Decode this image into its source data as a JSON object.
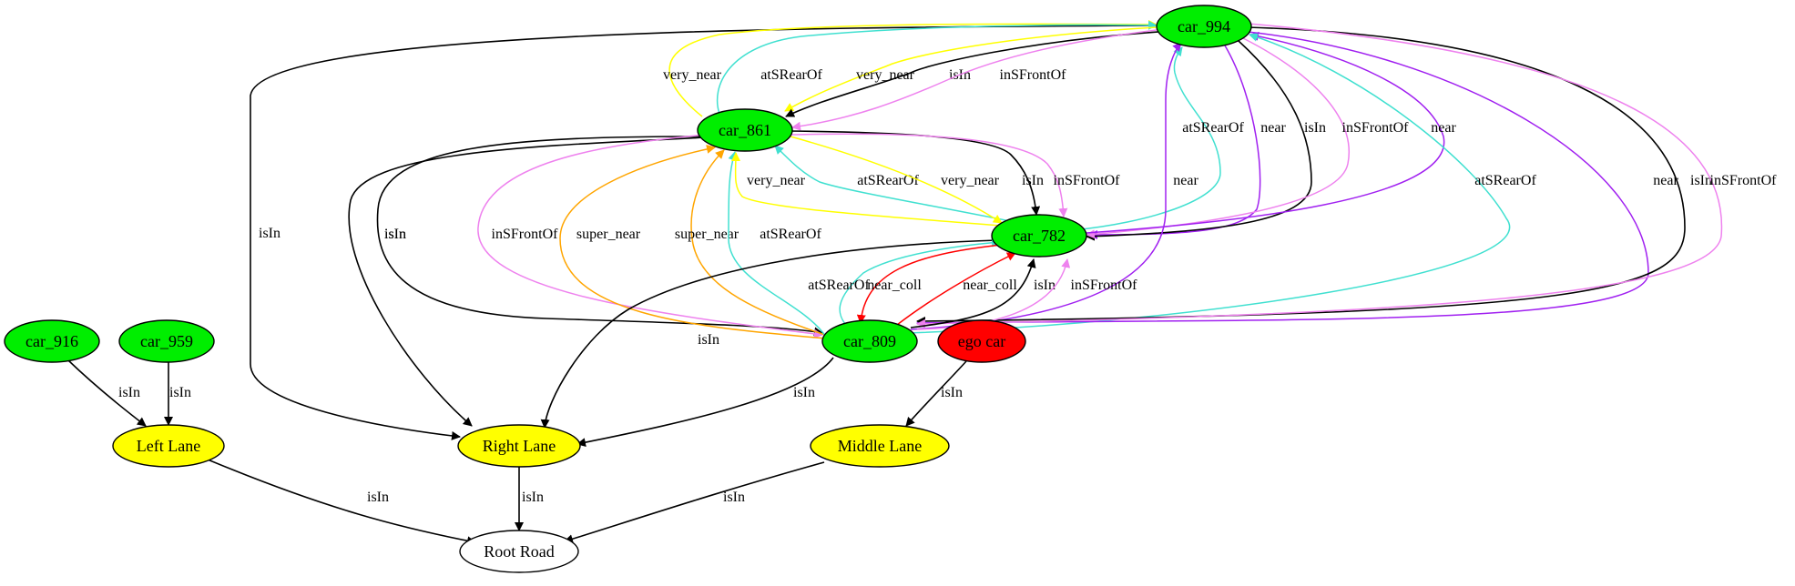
{
  "colors": {
    "car_node": "#00ee00",
    "ego_node": "#ff0000",
    "lane_node": "#ffff00",
    "road_node": "#ffffff",
    "isIn": "#000000",
    "near": "#a020f0",
    "very_near": "#ffff00",
    "super_near": "#ffa500",
    "near_coll": "#ff0000",
    "atSRearOf": "#40e0d0",
    "inSFrontOf": "#ee82ee"
  },
  "nodes": [
    {
      "id": "car_994",
      "label": "car_994",
      "kind": "car"
    },
    {
      "id": "car_861",
      "label": "car_861",
      "kind": "car"
    },
    {
      "id": "car_782",
      "label": "car_782",
      "kind": "car"
    },
    {
      "id": "car_809",
      "label": "car_809",
      "kind": "car"
    },
    {
      "id": "ego_car",
      "label": "ego car",
      "kind": "ego"
    },
    {
      "id": "car_916",
      "label": "car_916",
      "kind": "car"
    },
    {
      "id": "car_959",
      "label": "car_959",
      "kind": "car"
    },
    {
      "id": "left_lane",
      "label": "Left Lane",
      "kind": "lane"
    },
    {
      "id": "right_lane",
      "label": "Right Lane",
      "kind": "lane"
    },
    {
      "id": "middle_lane",
      "label": "Middle Lane",
      "kind": "lane"
    },
    {
      "id": "root_road",
      "label": "Root Road",
      "kind": "road"
    }
  ],
  "edges": [
    {
      "from": "car_994",
      "to": "right_lane",
      "label": "isIn",
      "relation": "isIn"
    },
    {
      "from": "car_861",
      "to": "car_994",
      "label": "very_near",
      "relation": "very_near"
    },
    {
      "from": "car_861",
      "to": "car_994",
      "label": "atSRearOf",
      "relation": "atSRearOf"
    },
    {
      "from": "car_994",
      "to": "car_861",
      "label": "very_near",
      "relation": "very_near"
    },
    {
      "from": "car_994",
      "to": "car_861",
      "label": "isIn",
      "relation": "isIn"
    },
    {
      "from": "car_994",
      "to": "car_861",
      "label": "inSFrontOf",
      "relation": "inSFrontOf"
    },
    {
      "from": "car_861",
      "to": "right_lane",
      "label": "isIn",
      "relation": "isIn"
    },
    {
      "from": "car_861",
      "to": "car_809",
      "label": "isIn",
      "relation": "isIn"
    },
    {
      "from": "car_861",
      "to": "car_809",
      "label": "inSFrontOf",
      "relation": "inSFrontOf"
    },
    {
      "from": "car_809",
      "to": "car_861",
      "label": "super_near",
      "relation": "super_near"
    },
    {
      "from": "car_809",
      "to": "car_861",
      "label": "super_near",
      "relation": "super_near"
    },
    {
      "from": "car_809",
      "to": "car_861",
      "label": "atSRearOf",
      "relation": "atSRearOf"
    },
    {
      "from": "car_782",
      "to": "car_861",
      "label": "very_near",
      "relation": "very_near"
    },
    {
      "from": "car_782",
      "to": "car_861",
      "label": "atSRearOf",
      "relation": "atSRearOf"
    },
    {
      "from": "car_861",
      "to": "car_782",
      "label": "very_near",
      "relation": "very_near"
    },
    {
      "from": "car_861",
      "to": "car_782",
      "label": "isIn",
      "relation": "isIn"
    },
    {
      "from": "car_861",
      "to": "car_782",
      "label": "inSFrontOf",
      "relation": "inSFrontOf"
    },
    {
      "from": "car_782",
      "to": "car_994",
      "label": "atSRearOf",
      "relation": "atSRearOf"
    },
    {
      "from": "car_994",
      "to": "car_782",
      "label": "near",
      "relation": "near"
    },
    {
      "from": "car_994",
      "to": "car_782",
      "label": "isIn",
      "relation": "isIn"
    },
    {
      "from": "car_994",
      "to": "car_782",
      "label": "inSFrontOf",
      "relation": "inSFrontOf"
    },
    {
      "from": "car_782",
      "to": "car_994",
      "label": "near",
      "relation": "near"
    },
    {
      "from": "car_809",
      "to": "car_994",
      "label": "near",
      "relation": "near"
    },
    {
      "from": "car_809",
      "to": "car_994",
      "label": "atSRearOf",
      "relation": "atSRearOf"
    },
    {
      "from": "car_994",
      "to": "car_809",
      "label": "near",
      "relation": "near"
    },
    {
      "from": "car_994",
      "to": "car_809",
      "label": "isIn",
      "relation": "isIn"
    },
    {
      "from": "car_994",
      "to": "car_809",
      "label": "inSFrontOf",
      "relation": "inSFrontOf"
    },
    {
      "from": "car_782",
      "to": "right_lane",
      "label": "isIn",
      "relation": "isIn"
    },
    {
      "from": "car_809",
      "to": "car_782",
      "label": "atSRearOf",
      "relation": "atSRearOf"
    },
    {
      "from": "car_782",
      "to": "car_809",
      "label": "near_coll",
      "relation": "near_coll"
    },
    {
      "from": "car_809",
      "to": "car_782",
      "label": "near_coll",
      "relation": "near_coll"
    },
    {
      "from": "car_809",
      "to": "car_782",
      "label": "isIn",
      "relation": "isIn"
    },
    {
      "from": "car_809",
      "to": "car_782",
      "label": "inSFrontOf",
      "relation": "inSFrontOf"
    },
    {
      "from": "car_809",
      "to": "right_lane",
      "label": "isIn",
      "relation": "isIn"
    },
    {
      "from": "ego_car",
      "to": "middle_lane",
      "label": "isIn",
      "relation": "isIn"
    },
    {
      "from": "car_916",
      "to": "left_lane",
      "label": "isIn",
      "relation": "isIn"
    },
    {
      "from": "car_959",
      "to": "left_lane",
      "label": "isIn",
      "relation": "isIn"
    },
    {
      "from": "left_lane",
      "to": "root_road",
      "label": "isIn",
      "relation": "isIn"
    },
    {
      "from": "right_lane",
      "to": "root_road",
      "label": "isIn",
      "relation": "isIn"
    },
    {
      "from": "middle_lane",
      "to": "root_road",
      "label": "isIn",
      "relation": "isIn"
    }
  ]
}
